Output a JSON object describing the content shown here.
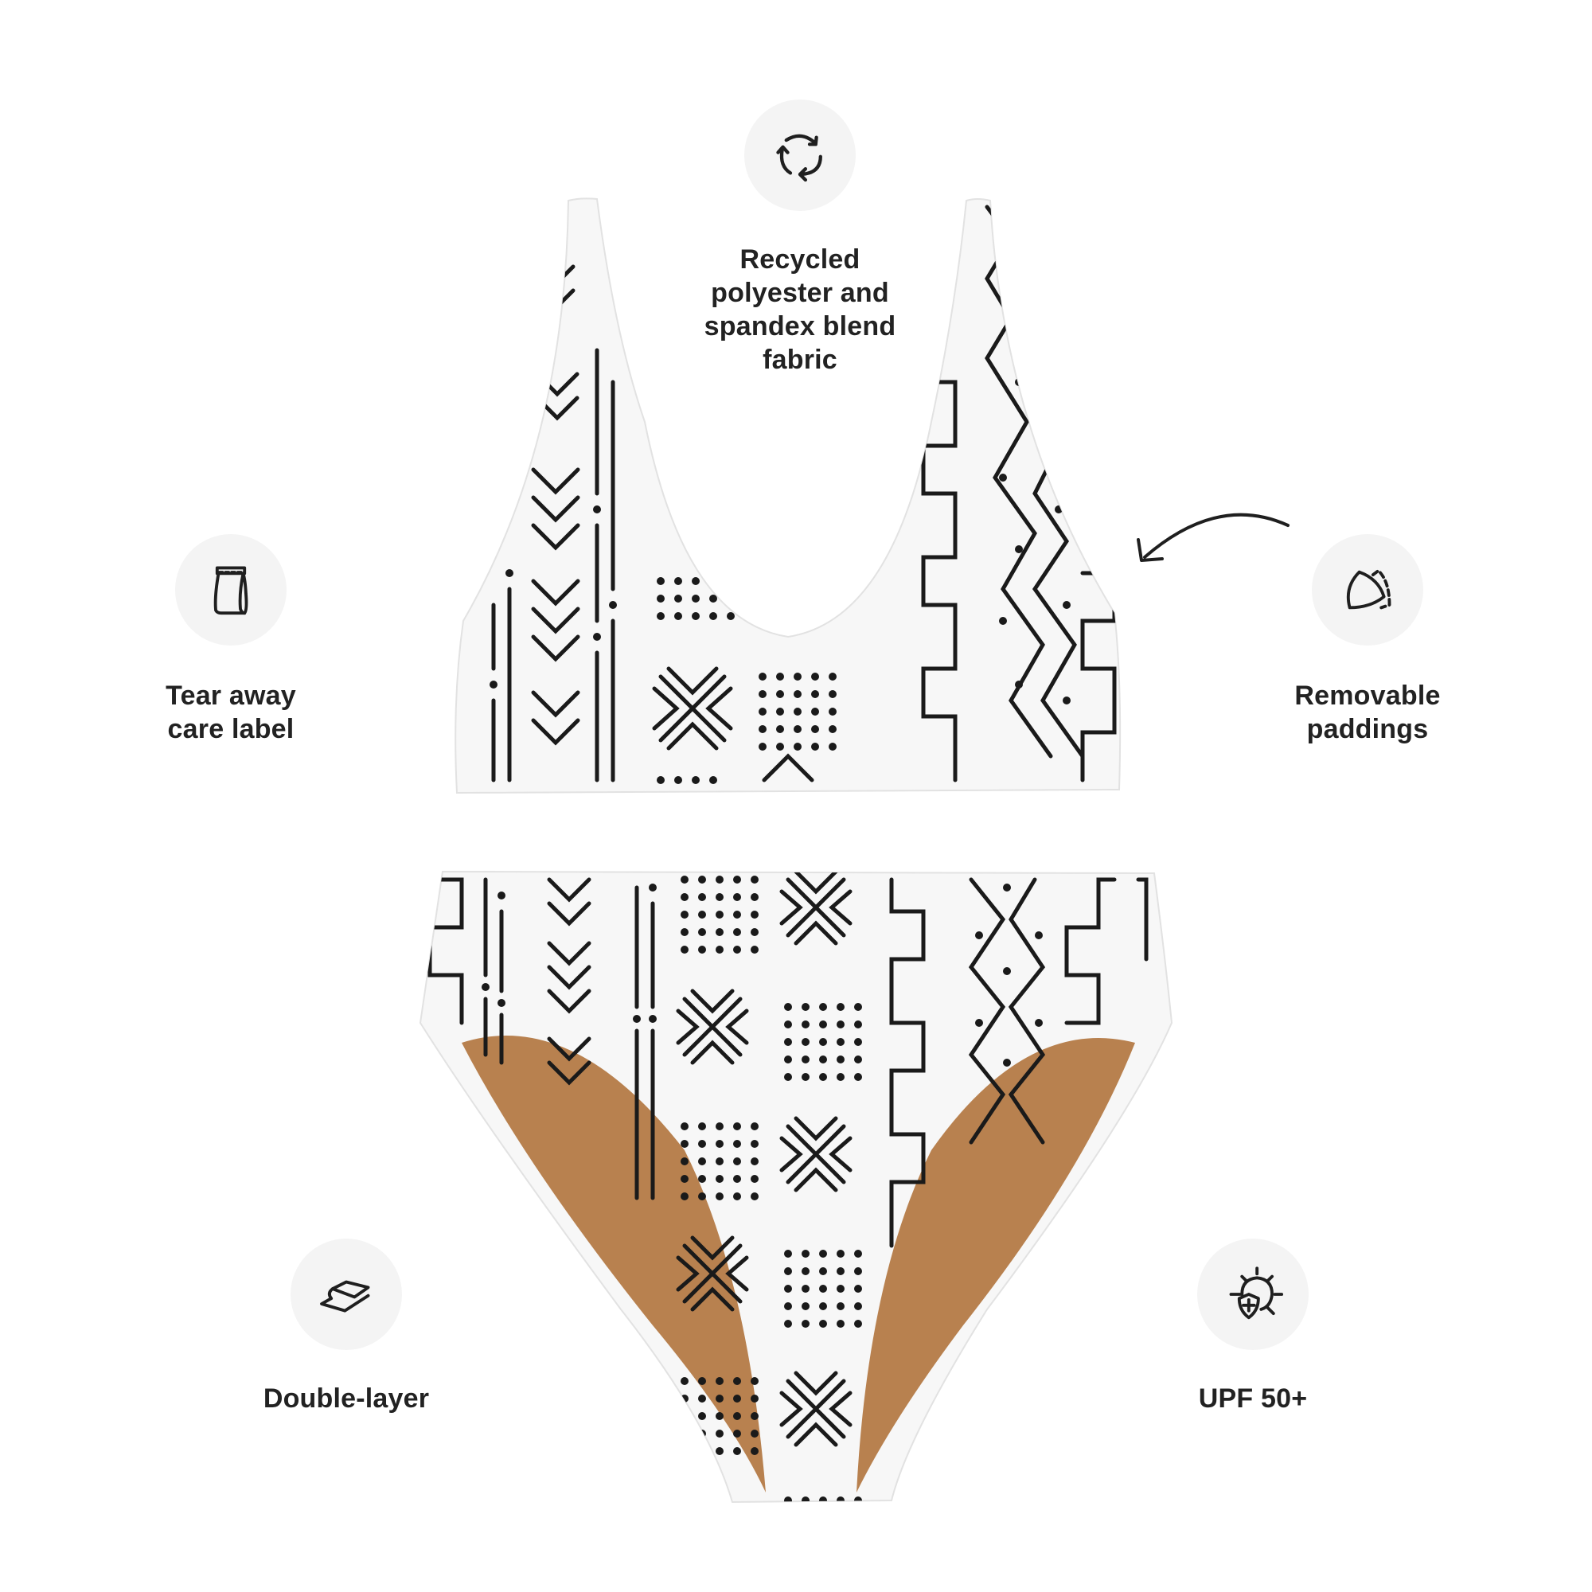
{
  "features": {
    "recycled": {
      "icon": "recycle-icon",
      "label": "Recycled\npolyester and\nspandex blend\nfabric"
    },
    "tear_away": {
      "icon": "tear-away-label-icon",
      "label": "Tear away\ncare label"
    },
    "removable": {
      "icon": "removable-padding-icon",
      "label": "Removable\npaddings"
    },
    "double_layer": {
      "icon": "double-layer-icon",
      "label": "Double-layer"
    },
    "upf": {
      "icon": "sun-shield-icon",
      "label": "UPF 50+"
    }
  },
  "product": {
    "top": "bikini-top",
    "bottom": "high-waisted-bikini-bottom",
    "pattern": "mudcloth-print",
    "colors": {
      "fabric": "#f7f7f7",
      "print": "#1a1a1a",
      "lining": "#b8814f",
      "icon_bg": "#f4f4f4",
      "text": "#222222"
    }
  }
}
